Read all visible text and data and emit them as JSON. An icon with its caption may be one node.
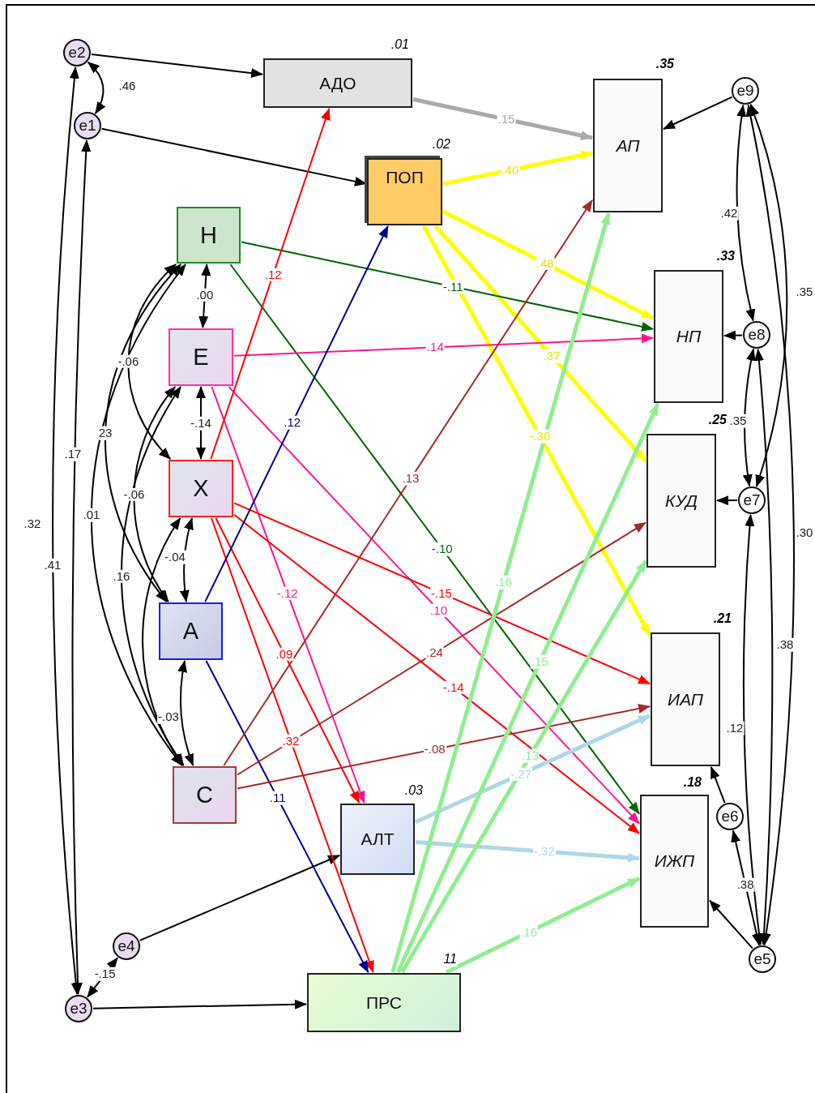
{
  "diagram": {
    "nodes": [
      {
        "text": [
          "e2"
        ]
      },
      {
        "text": [
          "e1"
        ]
      },
      {
        "text": [
          "АДО"
        ],
        "beside": [
          ".01"
        ]
      },
      {
        "text": [
          "ПОП"
        ],
        "beside": [
          ".02"
        ]
      },
      {
        "text": [
          "АП"
        ],
        "beside": [
          ".35"
        ]
      },
      {
        "text": [
          "e9"
        ]
      },
      {
        "text": [
          "Н"
        ]
      },
      {
        "text": [
          "НП"
        ],
        "beside": [
          ".33"
        ]
      },
      {
        "text": [
          "Е"
        ]
      },
      {
        "text": [
          "e8"
        ]
      },
      {
        "text": [
          "КУД"
        ],
        "beside": [
          ".25"
        ]
      },
      {
        "text": [
          "e7"
        ]
      },
      {
        "text": [
          "Х"
        ]
      },
      {
        "text": [
          "А"
        ]
      },
      {
        "text": [
          "ИАП"
        ],
        "beside": [
          ".21"
        ]
      },
      {
        "text": [
          "С"
        ]
      },
      {
        "text": [
          "АЛТ"
        ],
        "beside": [
          ".03"
        ]
      },
      {
        "text": [
          "e6"
        ]
      },
      {
        "text": [
          "ИЖП"
        ],
        "beside": [
          ".18"
        ]
      },
      {
        "text": [
          "e4"
        ]
      },
      {
        "text": [
          "e5"
        ]
      },
      {
        "text": [
          "e3"
        ]
      },
      {
        "text": [
          "ПРС"
        ],
        "beside": [
          "11"
        ]
      }
    ],
    "edges": [
      {
        "from": 0,
        "to": 2,
        "arrow": "to"
      },
      {
        "from": 1,
        "to": 3,
        "arrow": "to"
      },
      {
        "from": 1,
        "to": 0,
        "arrow": "both",
        "label": ".46"
      },
      {
        "from": 6,
        "to": 8,
        "arrow": "both",
        "label": ".00"
      },
      {
        "from": 8,
        "to": 12,
        "arrow": "both",
        "label": "-.14"
      },
      {
        "from": 12,
        "to": 13,
        "arrow": "both",
        "label": "-.04"
      },
      {
        "from": 13,
        "to": 15,
        "arrow": "both",
        "label": "-.03"
      },
      {
        "from": 6,
        "to": 12,
        "arrow": "both",
        "label": "-.06"
      },
      {
        "from": 6,
        "to": 13,
        "arrow": "both",
        "label": "23"
      },
      {
        "from": 8,
        "to": 13,
        "arrow": "both",
        "label": "-.06"
      },
      {
        "from": 6,
        "to": 15,
        "arrow": "both",
        "label": ".01"
      },
      {
        "from": 8,
        "to": 15,
        "arrow": "both",
        "label": ".16"
      },
      {
        "from": 12,
        "to": 15,
        "arrow": "both"
      },
      {
        "from": 21,
        "to": 0,
        "arrow": "both",
        "label": ".32"
      },
      {
        "from": 21,
        "to": 1,
        "arrow": "both",
        "label": ".17"
      },
      {
        "from": 19,
        "to": 21,
        "arrow": "both",
        "label": "-.15"
      },
      {
        "from": 21,
        "to": 22,
        "arrow": "to"
      },
      {
        "from": 19,
        "to": 16,
        "arrow": "to"
      },
      {
        "from": 5,
        "to": 4,
        "arrow": "to"
      },
      {
        "from": 9,
        "to": 7,
        "arrow": "to"
      },
      {
        "from": 11,
        "to": 10,
        "arrow": "to"
      },
      {
        "from": 17,
        "to": 14,
        "arrow": "to"
      },
      {
        "from": 20,
        "to": 18,
        "arrow": "to"
      },
      {
        "from": 5,
        "to": 9,
        "arrow": "both",
        "label": ".42"
      },
      {
        "from": 5,
        "to": 11,
        "arrow": "both",
        "label": ".35"
      },
      {
        "from": 5,
        "to": 20,
        "arrow": "both",
        "label": ".30"
      },
      {
        "from": 9,
        "to": 11,
        "arrow": "both",
        "label": ".35"
      },
      {
        "from": 9,
        "to": 20,
        "arrow": "both",
        "label": ".38"
      },
      {
        "from": 11,
        "to": 20,
        "arrow": "both",
        "label": ".12"
      },
      {
        "from": 17,
        "to": 20,
        "arrow": "both",
        "label": ".38"
      },
      {
        "from": 2,
        "to": 4,
        "arrow": "to",
        "label": ".15",
        "style": "thick",
        "color": "#aaaaaa"
      },
      {
        "from": 3,
        "to": 4,
        "arrow": "to",
        "label": ".40",
        "style": "thick",
        "color": "#ffff00"
      },
      {
        "from": 3,
        "to": 7,
        "arrow": "to",
        "label": ".48",
        "style": "thick",
        "color": "#ffff00"
      },
      {
        "from": 3,
        "to": 10,
        "arrow": "to",
        "label": ".37",
        "style": "thick",
        "color": "#ffff00"
      },
      {
        "from": 3,
        "to": 14,
        "arrow": "to",
        "label": "-.30",
        "style": "thick",
        "color": "#ffff00"
      },
      {
        "from": 6,
        "to": 7,
        "arrow": "to",
        "label": "-.11",
        "color": "#006400"
      },
      {
        "from": 6,
        "to": 18,
        "arrow": "to",
        "label": "-.10",
        "color": "#006400"
      },
      {
        "from": 8,
        "to": 7,
        "arrow": "to",
        "label": ".14",
        "color": "#ff1493"
      },
      {
        "from": 8,
        "to": 16,
        "arrow": "to",
        "label": "-.12",
        "color": "#ff1493"
      },
      {
        "from": 8,
        "to": 18,
        "arrow": "to",
        "label": ".10",
        "color": "#ff1493"
      },
      {
        "from": 12,
        "to": 2,
        "arrow": "to",
        "label": ".12",
        "color": "#ff0000"
      },
      {
        "from": 12,
        "to": 14,
        "arrow": "to",
        "label": "-.15",
        "color": "#ff0000"
      },
      {
        "from": 12,
        "to": 18,
        "arrow": "to",
        "label": "-.14",
        "color": "#ff0000"
      },
      {
        "from": 12,
        "to": 16,
        "arrow": "to",
        "label": ".09",
        "color": "#ff0000"
      },
      {
        "from": 12,
        "to": 22,
        "arrow": "to",
        "label": ".32",
        "color": "#ff0000"
      },
      {
        "from": 13,
        "to": 3,
        "arrow": "to",
        "label": ".12",
        "color": "#00008b"
      },
      {
        "from": 13,
        "to": 22,
        "arrow": "to",
        "label": ".11",
        "color": "#00008b"
      },
      {
        "from": 15,
        "to": 4,
        "arrow": "to",
        "label": ".13",
        "color": "#a52a2a"
      },
      {
        "from": 15,
        "to": 10,
        "arrow": "to",
        "label": ".24",
        "color": "#a52a2a"
      },
      {
        "from": 15,
        "to": 14,
        "arrow": "to",
        "label": "-.08",
        "color": "#a52a2a"
      },
      {
        "from": 16,
        "to": 14,
        "arrow": "to",
        "label": "-.27",
        "style": "thick",
        "color": "#add8e6"
      },
      {
        "from": 16,
        "to": 18,
        "arrow": "to",
        "label": "-.32",
        "style": "thick",
        "color": "#add8e6"
      },
      {
        "from": 22,
        "to": 4,
        "arrow": "to",
        "label": ".16",
        "style": "thick",
        "color": "#90ee90"
      },
      {
        "from": 22,
        "to": 7,
        "arrow": "to",
        "label": ".15",
        "style": "thick",
        "color": "#90ee90"
      },
      {
        "from": 22,
        "to": 10,
        "arrow": "to",
        "label": ".13",
        "style": "thick",
        "color": "#90ee90"
      },
      {
        "from": 22,
        "to": 18,
        "arrow": "to",
        "label": ".16",
        "style": "thick",
        "color": "#90ee90"
      }
    ],
    "labels": [
      ".41"
    ]
  }
}
